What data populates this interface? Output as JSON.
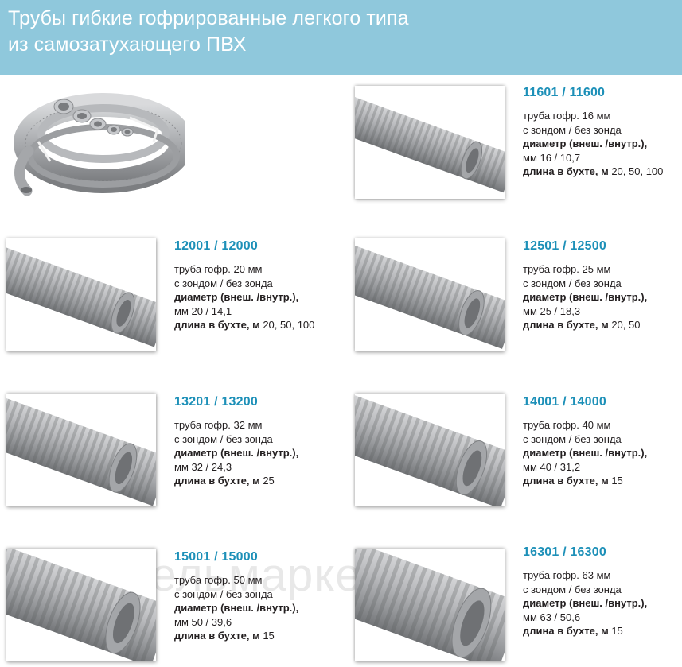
{
  "header": {
    "title_line1": "Трубы гибкие гофрированные легкого типа",
    "title_line2": "из самозатухающего ПВХ",
    "bg_color": "#8fc8dc"
  },
  "watermark": "кабельмаркет.бел",
  "products": [
    {
      "code": "11601 / 11600",
      "desc": "труба гофр. 16 мм",
      "probe": "с зондом / без зонда",
      "diameter_label": "диаметр (внеш. /внутр.),",
      "diameter_value": "мм 16 / 10,7",
      "length_label": "длина в бухте, м",
      "length_value": " 20, 50, 100"
    },
    {
      "code": "12001 / 12000",
      "desc": "труба гофр. 20 мм",
      "probe": "с зондом / без зонда",
      "diameter_label": "диаметр (внеш. /внутр.),",
      "diameter_value": "мм 20 / 14,1",
      "length_label": "длина в бухте, м",
      "length_value": " 20, 50, 100"
    },
    {
      "code": "12501 / 12500",
      "desc": "труба гофр. 25 мм",
      "probe": "с зондом / без зонда",
      "diameter_label": "диаметр (внеш. /внутр.),",
      "diameter_value": "мм 25 / 18,3",
      "length_label": "длина в бухте, м",
      "length_value": " 20, 50"
    },
    {
      "code": "13201 / 13200",
      "desc": "труба гофр. 32 мм",
      "probe": "с зондом / без зонда",
      "diameter_label": "диаметр (внеш. /внутр.),",
      "diameter_value": "мм 32 / 24,3",
      "length_label": "длина в бухте, м",
      "length_value": " 25"
    },
    {
      "code": "14001 / 14000",
      "desc": "труба гофр. 40 мм",
      "probe": "с зондом / без зонда",
      "diameter_label": "диаметр (внеш. /внутр.),",
      "diameter_value": "мм 40 / 31,2",
      "length_label": "длина в бухте, м",
      "length_value": " 15"
    },
    {
      "code": "15001 / 15000",
      "desc": "труба гофр. 50 мм",
      "probe": "с зондом / без зонда",
      "diameter_label": "диаметр (внеш. /внутр.),",
      "diameter_value": "мм 50 / 39,6",
      "length_label": "длина в бухте, м",
      "length_value": " 15"
    },
    {
      "code": "16301 / 16300",
      "desc": "труба гофр. 63 мм",
      "probe": "с зондом / без зонда",
      "diameter_label": "диаметр (внеш. /внутр.),",
      "diameter_value": "мм 63 / 50,6",
      "length_label": "длина в бухте, м",
      "length_value": " 15"
    }
  ]
}
